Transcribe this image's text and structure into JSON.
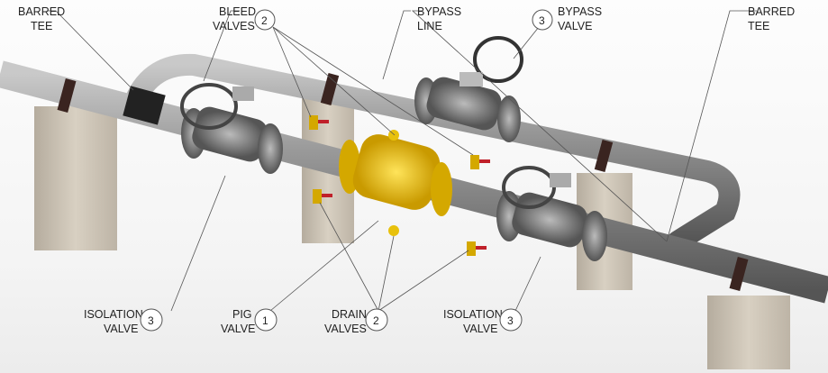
{
  "diagram": {
    "callouts": [
      {
        "id": "barred-tee-left",
        "line1": "BARRED",
        "line2": "TEE"
      },
      {
        "id": "bleed-valves",
        "line1": "BLEED",
        "line2": "VALVES",
        "number": "2"
      },
      {
        "id": "bypass-line",
        "line1": "BYPASS",
        "line2": "LINE"
      },
      {
        "id": "bypass-valve",
        "line1": "BYPASS",
        "line2": "VALVE",
        "number": "3"
      },
      {
        "id": "barred-tee-right",
        "line1": "BARRED",
        "line2": "TEE"
      },
      {
        "id": "isolation-valve-left",
        "line1": "ISOLATION",
        "line2": "VALVE",
        "number": "3"
      },
      {
        "id": "pig-valve",
        "line1": "PIG",
        "line2": "VALVE",
        "number": "1"
      },
      {
        "id": "drain-valves",
        "line1": "DRAIN",
        "line2": "VALVES",
        "number": "2"
      },
      {
        "id": "isolation-valve-right",
        "line1": "ISOLATION",
        "line2": "VALVE",
        "number": "3"
      }
    ],
    "colors": {
      "pipe": "#8d8d8d",
      "pig_valve": "#e8c10c",
      "support": "#c9c0b2",
      "handle": "#c0202a"
    }
  }
}
